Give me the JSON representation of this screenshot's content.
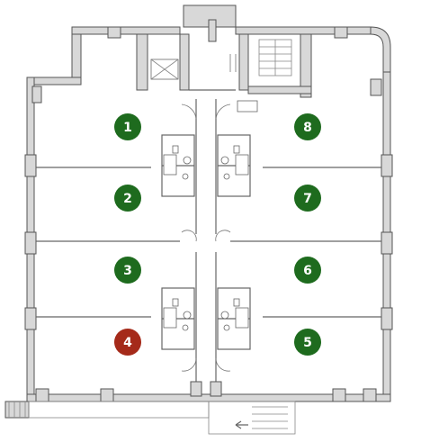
{
  "plan": {
    "colors": {
      "available": "#1e6b1e",
      "occupied": "#a52a1a",
      "wall": "#d8d8d8",
      "line": "#666666"
    },
    "apartments": [
      {
        "label": "1",
        "status": "available"
      },
      {
        "label": "2",
        "status": "available"
      },
      {
        "label": "3",
        "status": "available"
      },
      {
        "label": "4",
        "status": "occupied"
      },
      {
        "label": "5",
        "status": "available"
      },
      {
        "label": "6",
        "status": "available"
      },
      {
        "label": "7",
        "status": "available"
      },
      {
        "label": "8",
        "status": "available"
      }
    ]
  }
}
